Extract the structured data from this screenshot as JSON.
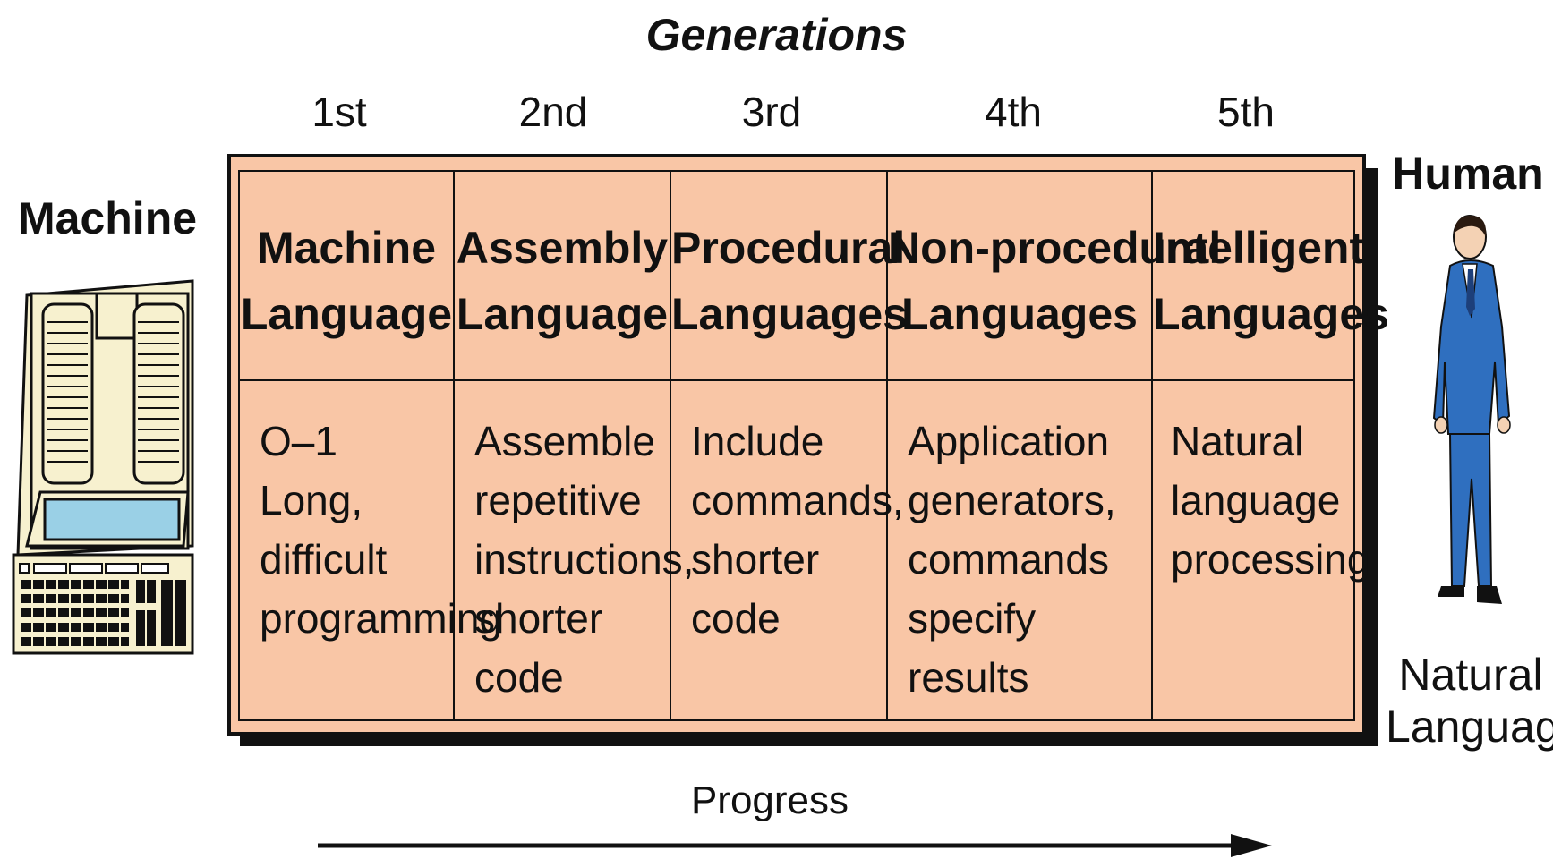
{
  "title": "Generations",
  "left_label": "Machine",
  "right_label": "Human",
  "right_caption": [
    "Natural",
    "Language"
  ],
  "progress_label": "Progress",
  "generations": [
    {
      "ordinal": "1st",
      "name": [
        "Machine",
        "Language"
      ],
      "description": [
        "O–1",
        "Long,",
        "difficult",
        "programming"
      ]
    },
    {
      "ordinal": "2nd",
      "name": [
        "Assembly",
        "Language"
      ],
      "description": [
        "Assemble",
        "repetitive",
        "instructions,",
        "shorter",
        "code"
      ]
    },
    {
      "ordinal": "3rd",
      "name": [
        "Procedural",
        "Languages"
      ],
      "description": [
        "Include",
        "commands,",
        "shorter",
        "code"
      ]
    },
    {
      "ordinal": "4th",
      "name": [
        "Non-procedural",
        "Languages"
      ],
      "description": [
        "Application",
        "generators,",
        "commands",
        "specify",
        "results"
      ]
    },
    {
      "ordinal": "5th",
      "name": [
        "Intelligent",
        "Languages"
      ],
      "description": [
        "Natural",
        "language",
        "processing"
      ]
    }
  ],
  "colors": {
    "table_fill": "#f9c6a6",
    "suit": "#2f6fbf",
    "screen": "#9ad0e6",
    "computer": "#f7f1cf"
  }
}
